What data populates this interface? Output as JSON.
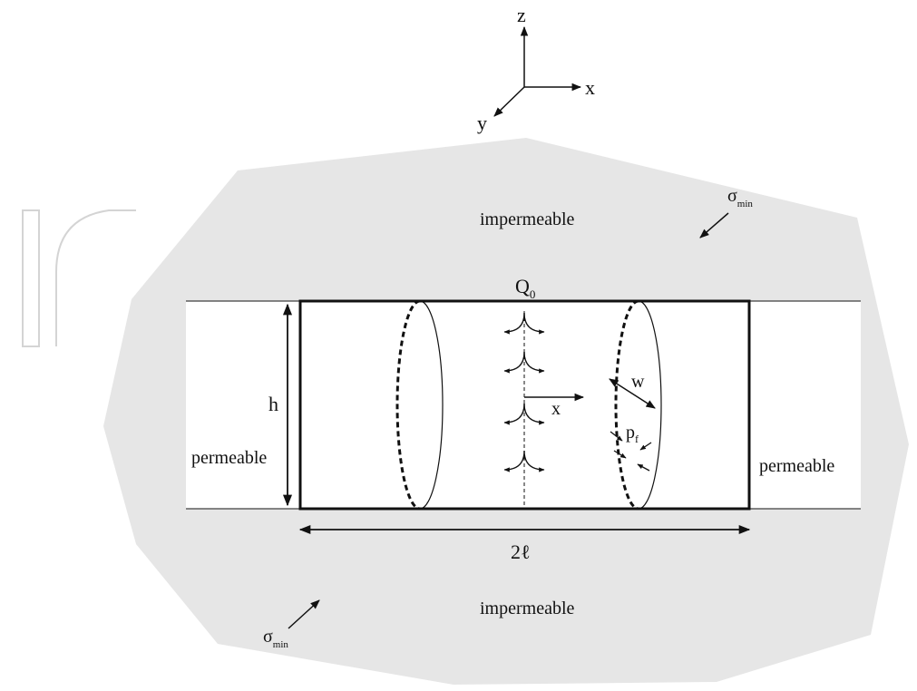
{
  "axes": {
    "z": "z",
    "x": "x",
    "y": "y"
  },
  "labels": {
    "impermeable_top": "impermeable",
    "impermeable_bottom": "impermeable",
    "permeable_left": "permeable",
    "permeable_right": "permeable",
    "flow_rate": "Q",
    "flow_rate_sub": "0",
    "height": "h",
    "length": "2ℓ",
    "width": "w",
    "local_x": "x",
    "fluid_pressure": "p",
    "fluid_pressure_sub": "f",
    "stress_top": "σ",
    "stress_top_sub": "min",
    "stress_bottom": "σ",
    "stress_bottom_sub": "min"
  },
  "colors": {
    "rock": "#e6e6e6",
    "line": "#111111",
    "background": "#ffffff"
  }
}
